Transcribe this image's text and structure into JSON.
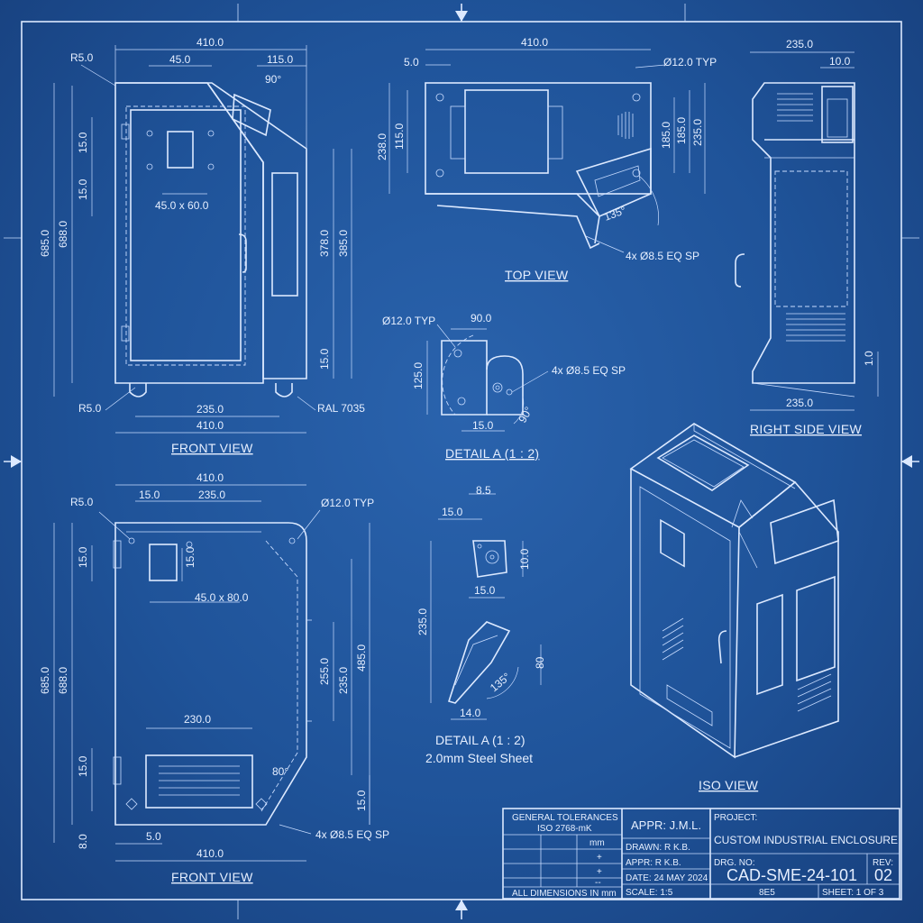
{
  "views": {
    "front_top": "FRONT VIEW",
    "top": "TOP VIEW",
    "right": "RIGHT SIDE VIEW",
    "detail_a1": "DETAIL A (1 : 2)",
    "detail_a2": "DETAIL A (1 : 2)",
    "material": "2.0mm Steel Sheet",
    "iso": "ISO VIEW",
    "front_bottom": "FRONT VIEW"
  },
  "front_top": {
    "d_410": "410.0",
    "d_45": "45.0",
    "d_115": "115.0",
    "d_r5": "R5.0",
    "d_90": "90°",
    "d_150a": "15.0",
    "d_150b": "15.0",
    "d_win": "45.0 x 60.0",
    "d_685": "685.0",
    "d_688": "688.0",
    "d_378": "378.0",
    "d_385": "385.0",
    "d_150c": "15.0",
    "d_r5b": "R5.0",
    "d_235": "235.0",
    "d_410b": "410.0",
    "d_ral": "RAL 7035"
  },
  "top": {
    "d_410": "410.0",
    "d_50": "5.0",
    "d_dia": "Ø12.0 TYP",
    "d_238": "238.0",
    "d_115": "115.0",
    "d_185a": "185.0",
    "d_185b": "185.0",
    "d_235": "235.0",
    "d_135": "135°",
    "d_holes": "4x Ø8.5 EQ SP"
  },
  "right": {
    "d_235": "235.0",
    "d_10": "10.0",
    "d_1": "1.0",
    "d_235b": "235.0"
  },
  "detail1": {
    "d_dia": "Ø12.0 TYP",
    "d_90": "90.0",
    "d_125": "125.0",
    "d_holes": "4x Ø8.5 EQ SP",
    "d_15": "15.0",
    "d_90deg": "90°"
  },
  "detail2": {
    "d_85": "8.5",
    "d_15a": "15.0",
    "d_10": "10.0",
    "d_15b": "15.0",
    "d_235": "235.0",
    "d_80": "80",
    "d_135": "135°",
    "d_14": "14.0"
  },
  "front_bottom": {
    "d_410": "410.0",
    "d_r5": "R5.0",
    "d_15": "15.0",
    "d_235": "235.0",
    "d_dia": "Ø12.0 TYP",
    "d_150a": "15.0",
    "d_150b": "15.0",
    "d_win": "45.0 x 80.0",
    "d_685": "685.0",
    "d_688": "688.0",
    "d_255": "255.0",
    "d_235b": "235.0",
    "d_485": "485.0",
    "d_230": "230.0",
    "d_150c": "15.0",
    "d_80": "80°",
    "d_150d": "15.0",
    "d_8": "8.0",
    "d_5": "5.0",
    "d_holes": "4x Ø8.5 EQ SP",
    "d_410b": "410.0"
  },
  "title_block": {
    "tolerances": "GENERAL TOLERANCES",
    "iso_std": "ISO 2768-mK",
    "unit": "mm",
    "plus": "+",
    "plus2": "+",
    "dash": "--",
    "all_dims": "ALL DIMENSIONS IN mm",
    "appr_big": "APPR: J.M.L.",
    "drawn": "DRAWN:  R K.B.",
    "appr": "APPR:     R K.B.",
    "date": "DATE: 24 MAY 2024",
    "scale": "SCALE:   1:5",
    "project_label": "PROJECT:",
    "project": "CUSTOM INDUSTRIAL ENCLOSURE",
    "drg_label": "DRG. NO:",
    "drg_no": "CAD-SME-24-101",
    "rev_label": "REV:",
    "rev": "02",
    "sheet_code": "8E5",
    "sheet": "SHEET: 1 OF 3"
  }
}
